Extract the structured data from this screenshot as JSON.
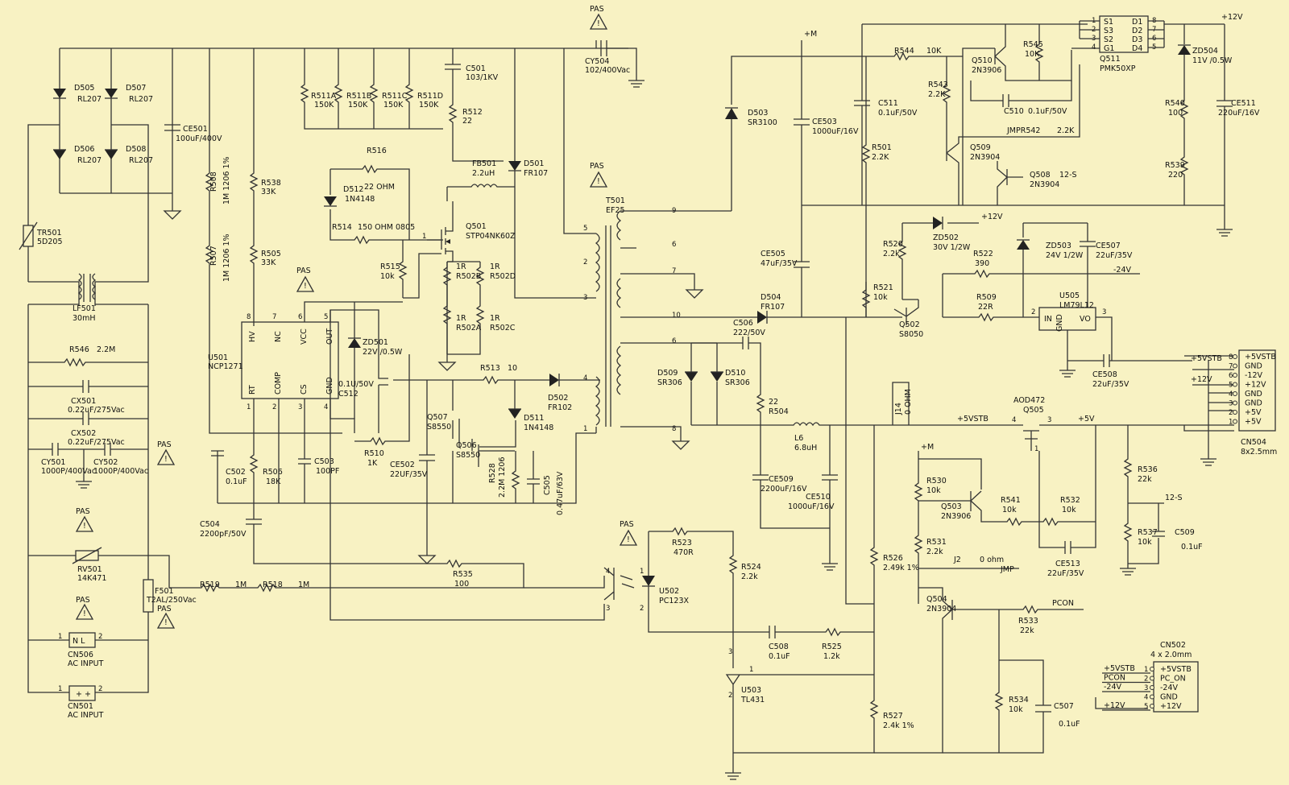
{
  "labels": {
    "pas1": "PAS",
    "cy504": "CY504",
    "cy504v": "102/400Vac",
    "c501": "C501",
    "c501v": "103/1KV",
    "r512": "R512",
    "r512v": "22",
    "r511a": "R511A",
    "r511b": "R511B",
    "r511c": "R511C",
    "r511d": "R511D",
    "r511v": "150K",
    "r516": "R516",
    "fb501": "FB501",
    "fb501v": "2.2uH",
    "d501": "D501",
    "d501v": "FR107",
    "d505": "D505",
    "d506": "D506",
    "d507": "D507",
    "d508": "D508",
    "rl207": "RL207",
    "ce501": "CE501",
    "ce501v": "100uF/400V",
    "r508": "R508",
    "r508v": "1M 1206 1%",
    "r507": "R507",
    "r507v": "1M 1206 1%",
    "r538": "R538",
    "r538v": "33K",
    "r505": "R505",
    "r505v": "33K",
    "d512": "D512",
    "d512v": "1N4148",
    "r22ohm": "22 OHM",
    "r514": "R514",
    "r514v": "150 OHM 0805",
    "q501": "Q501",
    "q501v": "STP04NK60Z",
    "tr501": "TR501",
    "tr501v": "5D205",
    "lf501": "LF501",
    "lf501v": "30mH",
    "pas2": "PAS",
    "u501": "U501",
    "u501v": "NCP1271",
    "hv": "HV",
    "nc": "NC",
    "vcc": "VCC",
    "out": "OUT",
    "rt": "RT",
    "comp": "COMP",
    "cs": "CS",
    "gnd": "GND",
    "zd501": "ZD501",
    "zd501v": "22V /0.5W",
    "c512": "C512",
    "c512v": "0.1U/50V",
    "r515": "R515",
    "r515v": "10k",
    "r502a": "R502A",
    "r502b": "R502B",
    "r502c": "R502C",
    "r502d": "R502D",
    "r1r": "1R",
    "r513": "R513",
    "r513v": "10",
    "d502": "D502",
    "d502v": "FR102",
    "q507": "Q507",
    "q507v": "S8550",
    "q506": "Q506",
    "q506v": "S8550",
    "d511": "D511",
    "d511v": "1N4148",
    "r510": "R510",
    "r510v": "1K",
    "ce502": "CE502",
    "ce502v": "22UF/35V",
    "r528": "R528",
    "r528v": "2.2M 1206",
    "c505": "C505",
    "c505v": "0.47uF/63V",
    "r546": "R546",
    "r546v": "2.2M",
    "cx501": "CX501",
    "cx501v": "0.22uF/275Vac",
    "cx502": "CX502",
    "cx502v": "0.22uF/275Vac",
    "cy501": "CY501",
    "cy501v": "1000P/400Vac",
    "cy502": "CY502",
    "cy502v": "1000P/400Vac",
    "pas3": "PAS",
    "pas4": "PAS",
    "pas5": "PAS",
    "pas6": "PAS",
    "pas7": "PAS",
    "pas8": "PAS",
    "rv501": "RV501",
    "rv501v": "14K471",
    "f501": "F501",
    "f501v": "T2AL/250Vac",
    "cn506": "CN506",
    "cn506v": "AC INPUT",
    "cn501": "CN501",
    "cn501v": "AC INPUT",
    "nl": "N  L",
    "c502": "C502",
    "c502v": "0.1uF",
    "r506": "R506",
    "r506v": "18K",
    "c503": "C503",
    "c503v": "100PF",
    "c504": "C504",
    "c504v": "2200pF/50V",
    "r519": "R519",
    "r519v": "1M",
    "r518": "R518",
    "r518v": "1M",
    "r535": "R535",
    "r535v": "100",
    "t501": "T501",
    "t501v": "EF25",
    "d503": "D503",
    "d503v": "SR3100",
    "ce503": "CE503",
    "ce503v": "1000uF/16V",
    "c511": "C511",
    "c511v": "0.1uF/50V",
    "r501": "R501",
    "r501v": "2.2K",
    "ce505": "CE505",
    "ce505v": "47uF/35V",
    "d504": "D504",
    "d504v": "FR107",
    "c506": "C506",
    "c506v": "222/50V",
    "d509": "D509",
    "d509v": "SR306",
    "d510": "D510",
    "d510v": "SR306",
    "r504": "R504",
    "r504v": "22",
    "l6": "L6",
    "l6v": "6.8uH",
    "ce509": "CE509",
    "ce509v": "2200uF/16V",
    "ce510": "CE510",
    "ce510v": "1000uF/16V",
    "pas9": "PAS",
    "r523": "R523",
    "r523v": "470R",
    "u502": "U502",
    "u502v": "PC123X",
    "r524": "R524",
    "r524v": "2.2k",
    "c508": "C508",
    "c508v": "0.1uF",
    "r525": "R525",
    "r525v": "1.2k",
    "r526": "R526",
    "r526v": "2.49k 1%",
    "r527": "R527",
    "r527v": "2.4k 1%",
    "u503": "U503",
    "u503v": "TL431",
    "m": "+M",
    "m2": "+M",
    "r544": "R544",
    "r544v": "10K",
    "q510": "Q510",
    "q510v": "2N3906",
    "r545": "R545",
    "r545v": "10K",
    "q511": "Q511",
    "q511v": "PMK50XP",
    "s1": "S1",
    "s3": "S3",
    "s2": "S2",
    "g1": "G1",
    "d1": "D1",
    "d2": "D2",
    "d3": "D3",
    "d4": "D4",
    "plus12v": "+12V",
    "zd504": "ZD504",
    "zd504v": "11V /0.5W",
    "ce511": "CE511",
    "ce511v": "220uF/16V",
    "r543": "R543",
    "r543v": "2.2K",
    "c510": "C510",
    "c510v": "0.1uF/50V",
    "r540": "R540",
    "r540v": "100",
    "r539": "R539",
    "r539v": "220",
    "q509": "Q509",
    "q509v": "2N3904",
    "jmpr542": "JMPR542",
    "jmpr542v": "2.2K",
    "q508": "Q508",
    "q508s": "12-S",
    "q508v": "2N3904",
    "r520": "R520",
    "r520v": "2.2k",
    "zd502": "ZD502",
    "zd502v": "30V 1/2W",
    "zd503": "ZD503",
    "zd503v": "24V 1/2W",
    "ce507": "CE507",
    "ce507v": "22uF/35V",
    "r522": "R522",
    "r522v": "390",
    "m24v": "-24V",
    "r521": "R521",
    "r521v": "10k",
    "r509": "R509",
    "r509v": "22R",
    "q502": "Q502",
    "q502v": "S8050",
    "u505": "U505",
    "u505v": "LM79L12",
    "in": "IN",
    "vo": "VO",
    "ce508": "CE508",
    "ce508v": "22uF/35V",
    "plus5vstb": "+5VSTB",
    "j14": "J14",
    "j14v": "0 OHM",
    "aod472": "AOD472",
    "q505": "Q505",
    "plus5v": "+5V",
    "r530": "R530",
    "r530v": "10k",
    "q503": "Q503",
    "q503v": "2N3906",
    "r541": "R541",
    "r541v": "10k",
    "r532": "R532",
    "r532v": "10k",
    "r531": "R531",
    "r531v": "2.2k",
    "ce513": "CE513",
    "ce513v": "22uF/35V",
    "j2": "J2",
    "j2v": "0 ohm",
    "jmp": "JMP",
    "q504": "Q504",
    "q504v": "2N3904",
    "pcon": "PCON",
    "r533": "R533",
    "r533v": "22k",
    "r534": "R534",
    "r534v": "10k",
    "c507": "C507",
    "c507v": "0.1uF",
    "r536": "R536",
    "r536v": "22k",
    "r537": "R537",
    "r537v": "10k",
    "c509": "C509",
    "c509v": "0.1uF",
    "s12": "12-S",
    "cn504": "CN504",
    "cn504v": "8x2.5mm",
    "cn504pins": [
      "+5VSTB",
      "GND",
      "-12V",
      "+12V",
      "GND",
      "GND",
      "+5V",
      "+5V"
    ],
    "cn502": "CN502",
    "cn502v": "4 x 2.0mm",
    "cn502pins": [
      "+5VSTB",
      "PC_ON",
      "-24V",
      "GND",
      "+12V"
    ],
    "cn502left": [
      "+5VSTB",
      "PCON",
      "-24V",
      "",
      "+12V"
    ]
  }
}
